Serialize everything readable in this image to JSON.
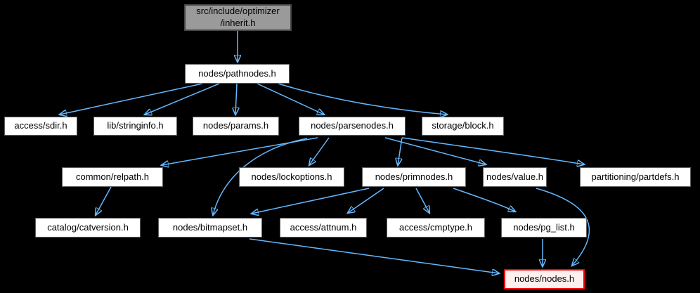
{
  "graph": {
    "title": "include dependency graph for src/include/optimizer/inherit.h",
    "type": "directed-include-graph",
    "colors": {
      "background": "#000000",
      "edge": "#63b8ff",
      "node_fill": "#ffffff",
      "node_border": "#606060",
      "node_text": "#000000",
      "root_fill": "#9a9a9a",
      "root_border": "#454545",
      "highlight_fill": "#fff0f0",
      "highlight_border": "#ff0000"
    },
    "nodes": [
      {
        "id": "inherit",
        "label": "src/include/optimizer\n/inherit.h",
        "type": "root"
      },
      {
        "id": "pathnodes",
        "label": "nodes/pathnodes.h",
        "type": "normal"
      },
      {
        "id": "sdir",
        "label": "access/sdir.h",
        "type": "normal"
      },
      {
        "id": "stringinfo",
        "label": "lib/stringinfo.h",
        "type": "normal"
      },
      {
        "id": "params",
        "label": "nodes/params.h",
        "type": "normal"
      },
      {
        "id": "parsenodes",
        "label": "nodes/parsenodes.h",
        "type": "normal"
      },
      {
        "id": "block",
        "label": "storage/block.h",
        "type": "normal"
      },
      {
        "id": "relpath",
        "label": "common/relpath.h",
        "type": "normal"
      },
      {
        "id": "lockoptions",
        "label": "nodes/lockoptions.h",
        "type": "normal"
      },
      {
        "id": "primnodes",
        "label": "nodes/primnodes.h",
        "type": "normal"
      },
      {
        "id": "value",
        "label": "nodes/value.h",
        "type": "normal"
      },
      {
        "id": "partdefs",
        "label": "partitioning/partdefs.h",
        "type": "normal"
      },
      {
        "id": "catversion",
        "label": "catalog/catversion.h",
        "type": "normal"
      },
      {
        "id": "bitmapset",
        "label": "nodes/bitmapset.h",
        "type": "normal"
      },
      {
        "id": "attnum",
        "label": "access/attnum.h",
        "type": "normal"
      },
      {
        "id": "cmptype",
        "label": "access/cmptype.h",
        "type": "normal"
      },
      {
        "id": "pglist",
        "label": "nodes/pg_list.h",
        "type": "normal"
      },
      {
        "id": "nodes",
        "label": "nodes/nodes.h",
        "type": "highlight"
      }
    ],
    "edges": [
      {
        "from": "inherit",
        "to": "pathnodes"
      },
      {
        "from": "pathnodes",
        "to": "sdir"
      },
      {
        "from": "pathnodes",
        "to": "stringinfo"
      },
      {
        "from": "pathnodes",
        "to": "params"
      },
      {
        "from": "pathnodes",
        "to": "parsenodes"
      },
      {
        "from": "pathnodes",
        "to": "block"
      },
      {
        "from": "parsenodes",
        "to": "relpath"
      },
      {
        "from": "parsenodes",
        "to": "lockoptions"
      },
      {
        "from": "parsenodes",
        "to": "primnodes"
      },
      {
        "from": "parsenodes",
        "to": "value"
      },
      {
        "from": "parsenodes",
        "to": "partdefs"
      },
      {
        "from": "parsenodes",
        "to": "bitmapset"
      },
      {
        "from": "relpath",
        "to": "catversion"
      },
      {
        "from": "primnodes",
        "to": "bitmapset"
      },
      {
        "from": "primnodes",
        "to": "attnum"
      },
      {
        "from": "primnodes",
        "to": "cmptype"
      },
      {
        "from": "primnodes",
        "to": "pglist"
      },
      {
        "from": "value",
        "to": "nodes"
      },
      {
        "from": "bitmapset",
        "to": "nodes"
      },
      {
        "from": "pglist",
        "to": "nodes"
      }
    ]
  }
}
